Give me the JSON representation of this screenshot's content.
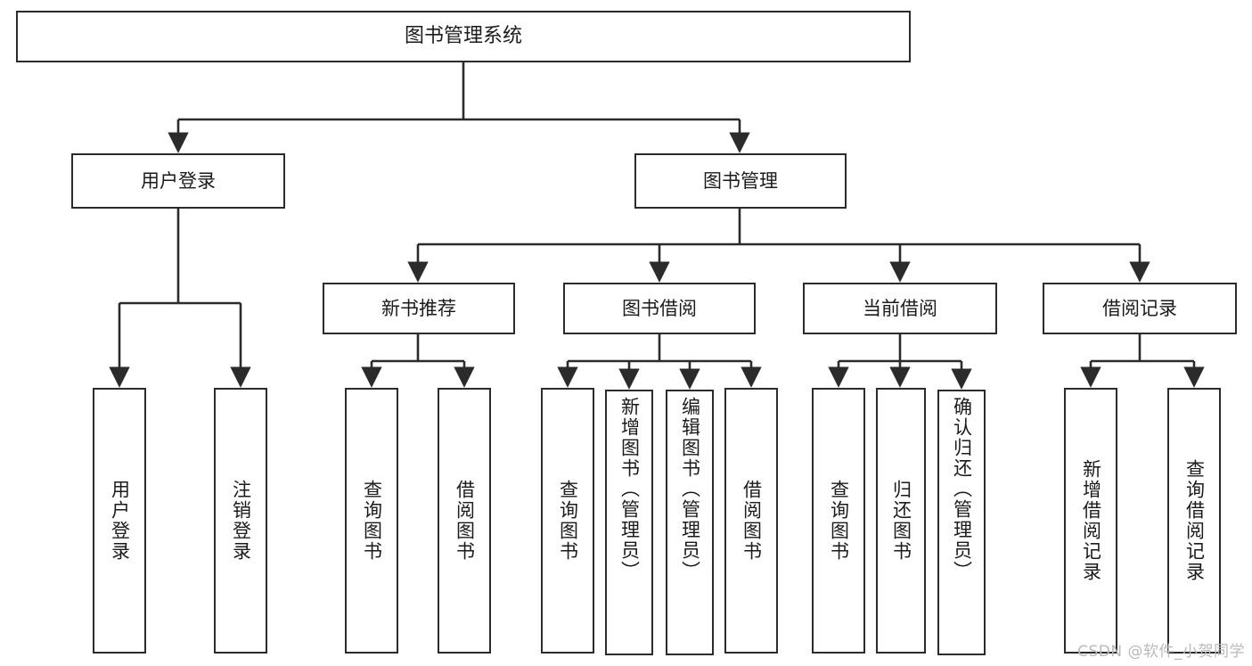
{
  "diagram": {
    "title": "图书管理系统",
    "type": "tree-hierarchy",
    "orientation": "top-down",
    "colors": {
      "box_border": "#2b2b2b",
      "box_fill": "#ffffff",
      "edge": "#2b2b2b",
      "text": "#1b1b1b",
      "watermark": "#b9b9b9",
      "background": "#ffffff"
    }
  },
  "root": {
    "label": "图书管理系统"
  },
  "level1": [
    {
      "label": "用户登录"
    },
    {
      "label": "图书管理"
    }
  ],
  "level2": [
    {
      "label": "新书推荐"
    },
    {
      "label": "图书借阅"
    },
    {
      "label": "当前借阅"
    },
    {
      "label": "借阅记录"
    }
  ],
  "leaves": {
    "user_login": [
      {
        "label": "用户登录"
      },
      {
        "label": "注销登录"
      }
    ],
    "new_book_recommend": [
      {
        "label": "查询图书"
      },
      {
        "label": "借阅图书"
      }
    ],
    "book_borrow": [
      {
        "label": "查询图书"
      },
      {
        "label": "新增图书（管理员）"
      },
      {
        "label": "编辑图书（管理员）"
      },
      {
        "label": "借阅图书"
      }
    ],
    "current_borrow": [
      {
        "label": "查询图书"
      },
      {
        "label": "归还图书"
      },
      {
        "label": "确认归还（管理员）"
      }
    ],
    "borrow_record": [
      {
        "label": "新增借阅记录"
      },
      {
        "label": "查询借阅记录"
      }
    ]
  },
  "watermark": {
    "text": "CSDN @软件_小贺同学"
  }
}
